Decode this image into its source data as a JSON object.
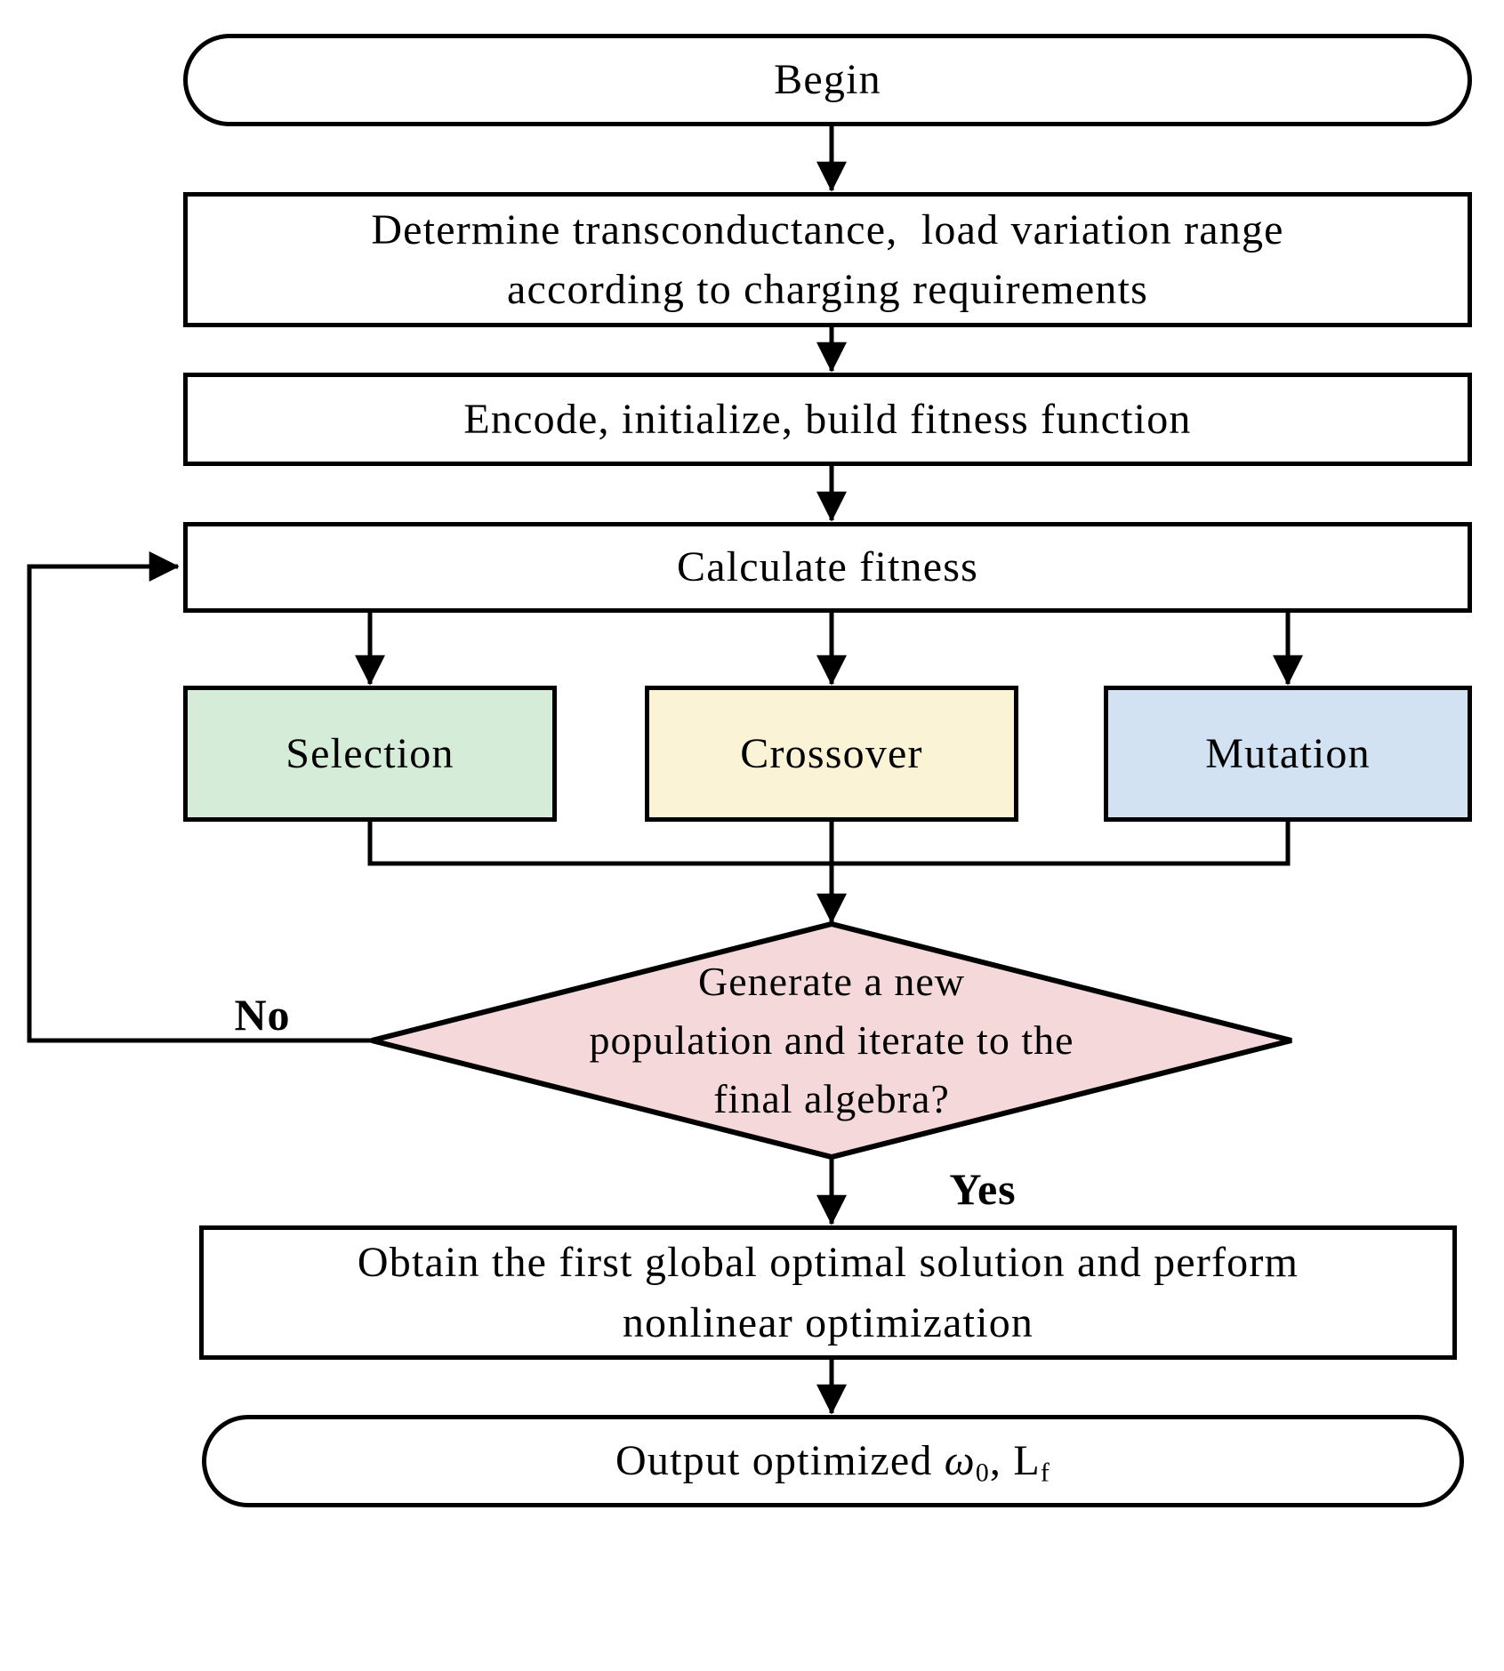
{
  "flowchart": {
    "begin": {
      "label": "Begin"
    },
    "determine": {
      "line1": "Determine transconductance,  load variation range",
      "line2": "according to charging requirements"
    },
    "encode": {
      "label": "Encode, initialize, build fitness function"
    },
    "calculate": {
      "label": "Calculate fitness"
    },
    "selection": {
      "label": "Selection",
      "fill": "#d5ecd9"
    },
    "crossover": {
      "label": "Crossover",
      "fill": "#fbf3d6"
    },
    "mutation": {
      "label": "Mutation",
      "fill": "#d2e2f2"
    },
    "decision": {
      "line1": "Generate a new",
      "line2": "population and iterate to the",
      "line3": "final algebra?",
      "fill": "#f5d8da"
    },
    "branch_no": "No",
    "branch_yes": "Yes",
    "obtain": {
      "line1": "Obtain the first global optimal solution and perform",
      "line2": "nonlinear optimization"
    },
    "output": {
      "prefix": "Output optimized ",
      "omega": "ω",
      "omega_sub": "0",
      "separator": ", L",
      "l_sub": "f"
    },
    "line_color": "#000000"
  }
}
